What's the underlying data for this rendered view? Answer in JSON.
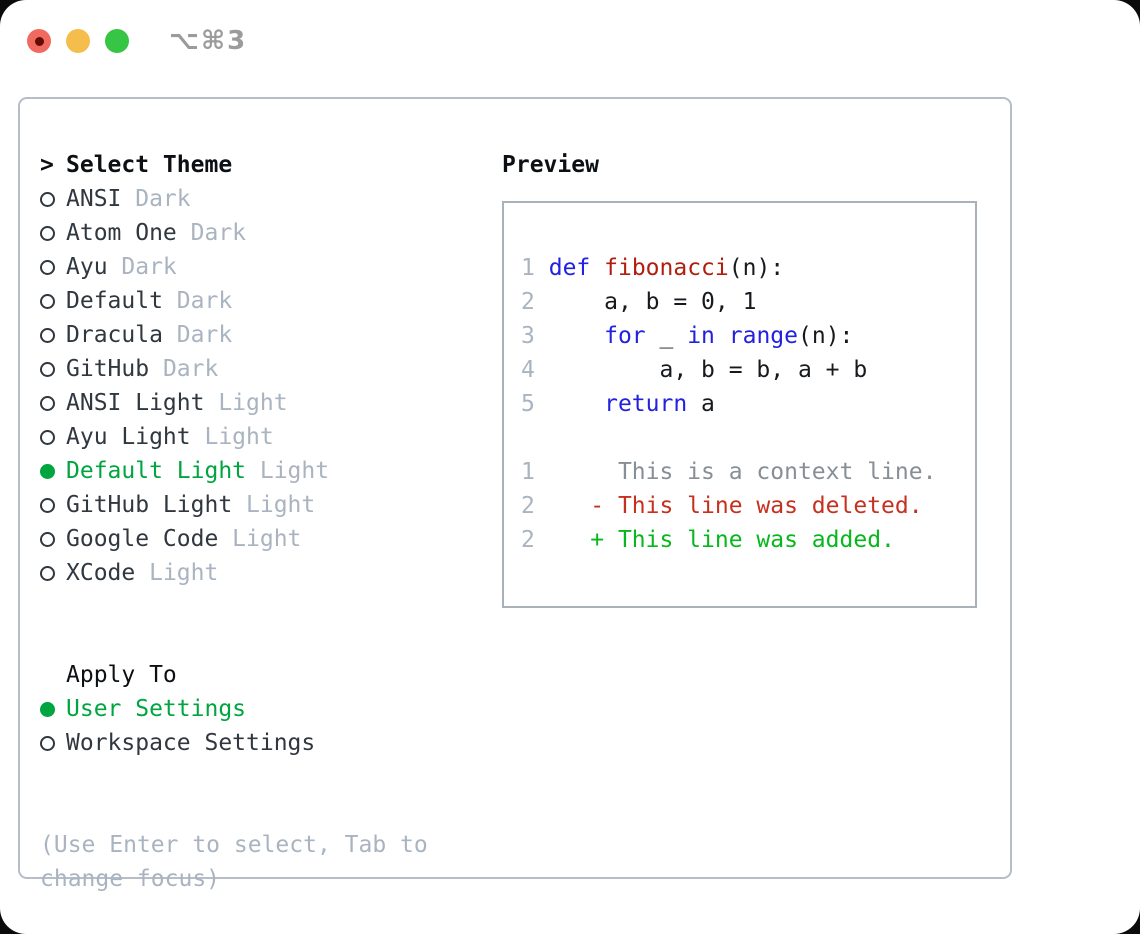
{
  "window": {
    "shortcut": "⌥⌘3",
    "traffic_lights": [
      {
        "name": "close-button",
        "color_key": "light_red",
        "has_dot": true
      },
      {
        "name": "minimize-button",
        "color_key": "light_yellow",
        "has_dot": false
      },
      {
        "name": "zoom-button",
        "color_key": "light_green",
        "has_dot": false
      }
    ]
  },
  "theme_panel": {
    "prompt": ">",
    "title": "Select Theme",
    "items": [
      {
        "label": "ANSI",
        "variant": "Dark",
        "selected": false
      },
      {
        "label": "Atom One",
        "variant": "Dark",
        "selected": false
      },
      {
        "label": "Ayu",
        "variant": "Dark",
        "selected": false
      },
      {
        "label": "Default",
        "variant": "Dark",
        "selected": false
      },
      {
        "label": "Dracula",
        "variant": "Dark",
        "selected": false
      },
      {
        "label": "GitHub",
        "variant": "Dark",
        "selected": false
      },
      {
        "label": "ANSI Light",
        "variant": "Light",
        "selected": false
      },
      {
        "label": "Ayu Light",
        "variant": "Light",
        "selected": false
      },
      {
        "label": "Default Light",
        "variant": "Light",
        "selected": true
      },
      {
        "label": "GitHub Light",
        "variant": "Light",
        "selected": false
      },
      {
        "label": "Google Code",
        "variant": "Light",
        "selected": false
      },
      {
        "label": "XCode",
        "variant": "Light",
        "selected": false
      }
    ],
    "apply_to": {
      "title": "Apply To",
      "options": [
        {
          "label": "User Settings",
          "selected": true
        },
        {
          "label": "Workspace Settings",
          "selected": false
        }
      ]
    },
    "help_line1": "(Use Enter to select, Tab to",
    "help_line2": "change focus)"
  },
  "preview": {
    "title": "Preview",
    "code_lines": [
      {
        "num": "1",
        "tokens": [
          [
            "pl",
            " "
          ],
          [
            "kw",
            "def"
          ],
          [
            "pl",
            " "
          ],
          [
            "fn",
            "fibonacci"
          ],
          [
            "pl",
            "(n):"
          ]
        ]
      },
      {
        "num": "2",
        "tokens": [
          [
            "pl",
            "     a, b = 0, 1"
          ]
        ]
      },
      {
        "num": "3",
        "tokens": [
          [
            "pl",
            "     "
          ],
          [
            "kw",
            "for"
          ],
          [
            "pl",
            " _ "
          ],
          [
            "kw",
            "in"
          ],
          [
            "pl",
            " "
          ],
          [
            "kw",
            "range"
          ],
          [
            "pl",
            "(n):"
          ]
        ]
      },
      {
        "num": "4",
        "tokens": [
          [
            "pl",
            "         a, b = b, a + b"
          ]
        ]
      },
      {
        "num": "5",
        "tokens": [
          [
            "pl",
            "     "
          ],
          [
            "kw",
            "return"
          ],
          [
            "pl",
            " a"
          ]
        ]
      }
    ],
    "diff_lines": [
      {
        "num": "1",
        "text": "      This is a context line.",
        "type": "context"
      },
      {
        "num": "2",
        "text": "    - This line was deleted.",
        "type": "deleted"
      },
      {
        "num": "2",
        "text": "    + This line was added.",
        "type": "added"
      }
    ]
  },
  "colors": {
    "light_red": "#f16a5f",
    "light_red_dot": "#640b03",
    "light_yellow": "#f5bd4b",
    "light_green": "#36c544",
    "shortcut_gray": "#9b9b9b",
    "border_panel": "#b6bdc7",
    "border_preview": "#a9b1bb",
    "text_dark": "#30373f",
    "heading_dark": "#0c0f13",
    "muted": "#a9b4c0",
    "green": "#00a540",
    "added_green": "#07b81c",
    "red": "#c6311f",
    "fn_red": "#b01e0f",
    "blue": "#2121df",
    "code_text": "#16191d",
    "context_gray": "#878e96"
  }
}
